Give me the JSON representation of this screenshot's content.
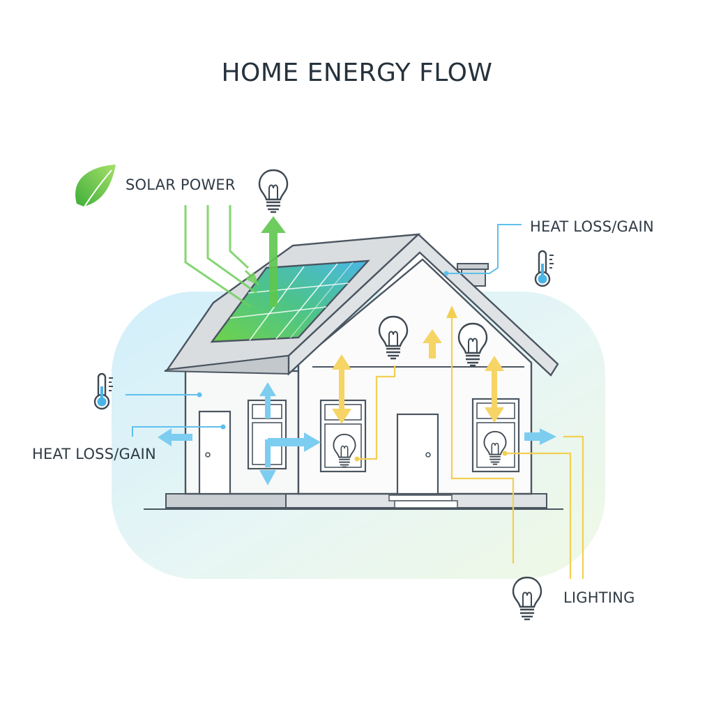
{
  "diagram": {
    "title": "HOME ENERGY FLOW",
    "labels": {
      "solar_power": "SOLAR POWER",
      "heat_loss_gain_right": "HEAT LOSS/GAIN",
      "heat_loss_gain_left": "HEAT LOSS/GAIN",
      "lighting": "LIGHTING"
    },
    "colors": {
      "solar": "#5fc74e",
      "heat": "#5ec0ec",
      "lighting": "#f3cf52",
      "outline": "#4a5560",
      "roof": "#d9dde0",
      "wall": "#f7f8f8"
    },
    "icons": [
      "leaf-icon",
      "light-bulb-icon",
      "thermometer-icon",
      "solar-panel-icon"
    ]
  }
}
